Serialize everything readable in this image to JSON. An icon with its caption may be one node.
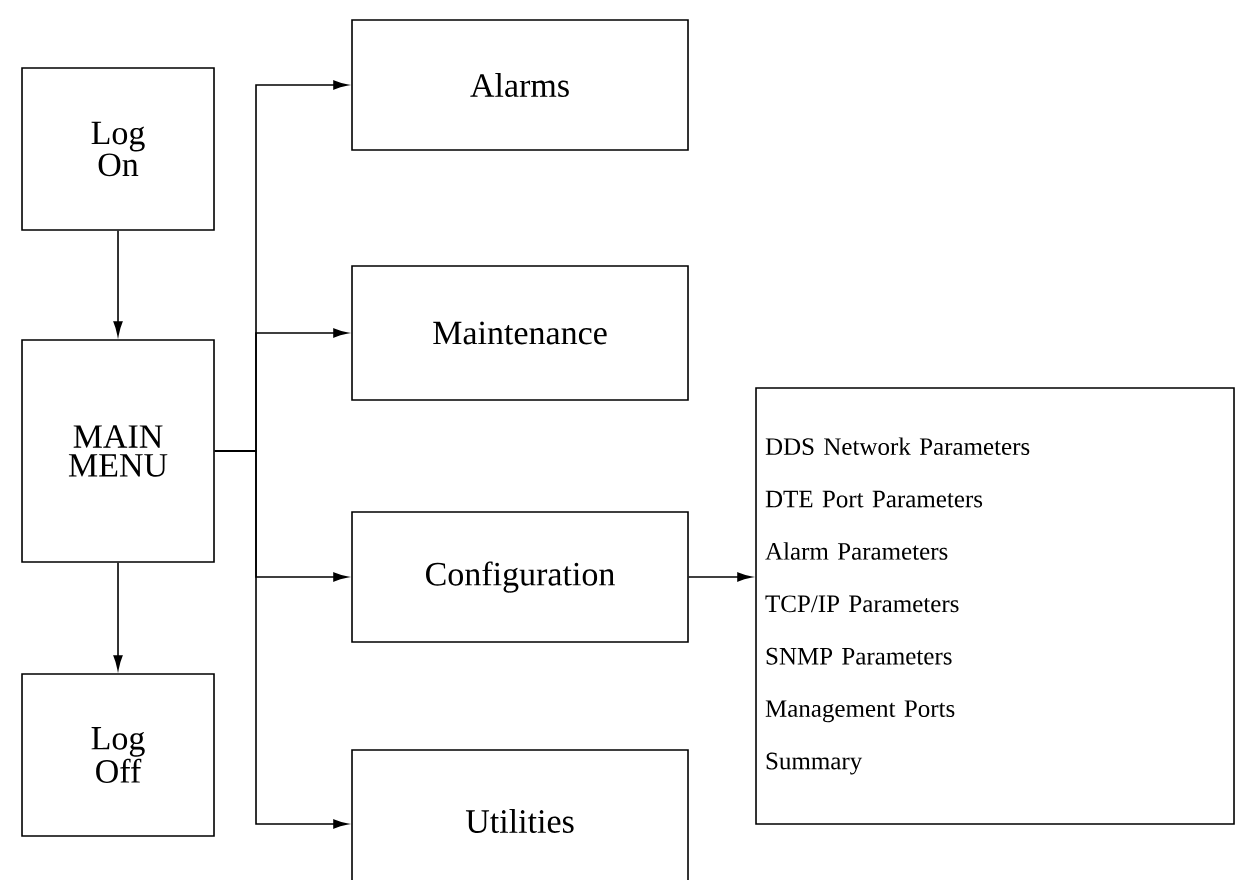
{
  "diagram": {
    "nodes": [
      {
        "text": [
          "Log On"
        ]
      },
      {
        "text": [
          "MAIN MENU"
        ]
      },
      {
        "text": [
          "Log Off"
        ]
      },
      {
        "text": [
          "Alarms"
        ]
      },
      {
        "text": [
          "Maintenance"
        ]
      },
      {
        "text": [
          "Configuration"
        ]
      },
      {
        "text": [
          "Utilities"
        ]
      },
      {
        "text": [
          "DDS Network Parameters",
          "DTE Port Parameters",
          "Alarm Parameters",
          "TCP/IP Parameters",
          "SNMP Parameters",
          "Management Ports",
          "Summary"
        ]
      }
    ],
    "edges": [
      {
        "from": 0,
        "to": 1,
        "arrow": "to"
      },
      {
        "from": 1,
        "to": 2,
        "arrow": "to"
      },
      {
        "from": 1,
        "to": 3,
        "arrow": "to"
      },
      {
        "from": 1,
        "to": 4,
        "arrow": "to"
      },
      {
        "from": 1,
        "to": 5,
        "arrow": "to"
      },
      {
        "from": 1,
        "to": 6,
        "arrow": "to"
      },
      {
        "from": 5,
        "to": 7,
        "arrow": "to"
      }
    ]
  }
}
